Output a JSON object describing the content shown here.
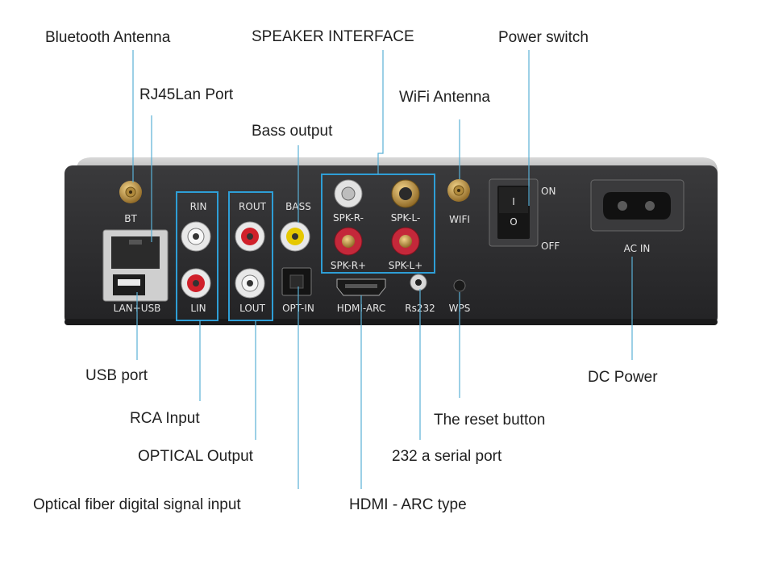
{
  "callouts": {
    "bluetooth_antenna": "Bluetooth Antenna",
    "speaker_interface": "SPEAKER INTERFACE",
    "power_switch": "Power switch",
    "rj45_lan_port": "RJ45Lan Port",
    "wifi_antenna": "WiFi Antenna",
    "bass_output": "Bass output",
    "usb_port": "USB port",
    "dc_power": "DC Power",
    "rca_input": "RCA Input",
    "reset_button": "The reset button",
    "optical_output": "OPTICAL Output",
    "serial_port": "232 a serial port",
    "optical_input": "Optical fiber digital signal input",
    "hdmi_arc_type": "HDMI - ARC type"
  },
  "panel_labels": {
    "bt": "BT",
    "wifi": "WIFI",
    "lan_usb": "LAN+USB",
    "rin": "RIN",
    "lin": "LIN",
    "rout": "ROUT",
    "lout": "LOUT",
    "bass": "BASS",
    "opt_in": "OPT-IN",
    "spk_r_minus": "SPK-R-",
    "spk_l_minus": "SPK-L-",
    "spk_r_plus": "SPK-R+",
    "spk_l_plus": "SPK-L+",
    "hdmi_arc": "HDMI-ARC",
    "rs232": "Rs232",
    "wps": "WPS",
    "on": "ON",
    "off": "OFF",
    "switch_on_mark": "I",
    "switch_off_mark": "O",
    "ac_in": "AC IN"
  },
  "colors": {
    "leader_line": "#5ab0d6",
    "highlight_box": "#2e9ed6",
    "panel": "#2a2a2c",
    "rca_red": "#d0202a",
    "rca_white": "#d9d9d9",
    "rca_yellow": "#e6c800",
    "terminal_gold": "#c99b4a",
    "terminal_red": "#c4283a"
  }
}
